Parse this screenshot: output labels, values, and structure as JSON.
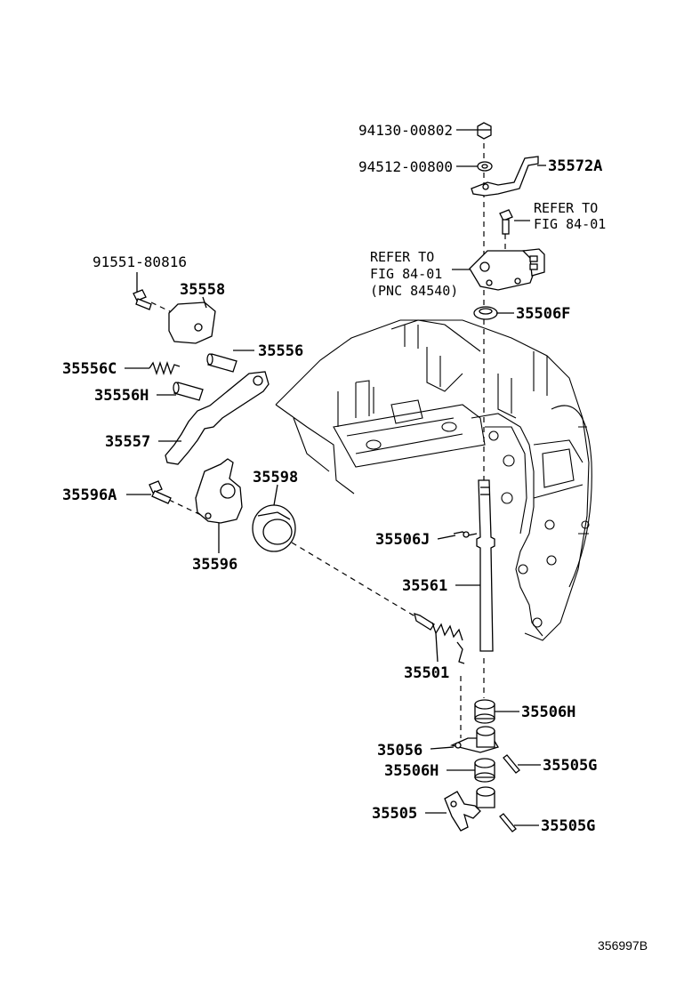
{
  "labels": {
    "p94130": "94130-00802",
    "p94512": "94512-00800",
    "p35572A": "35572A",
    "refer_right_1": "REFER TO",
    "refer_right_2": "FIG 84-01",
    "refer_left_1": "REFER TO",
    "refer_left_2": "FIG 84-01",
    "refer_left_3": "(PNC 84540)",
    "p91551": "91551-80816",
    "p35558": "35558",
    "p35556": "35556",
    "p35556C": "35556C",
    "p35556H": "35556H",
    "p35557": "35557",
    "p35506F": "35506F",
    "p35598": "35598",
    "p35596A": "35596A",
    "p35596": "35596",
    "p35506J": "35506J",
    "p35561": "35561",
    "p35501": "35501",
    "p35506H_a": "35506H",
    "p35056": "35056",
    "p35506H_b": "35506H",
    "p35505G_a": "35505G",
    "p35505": "35505",
    "p35505G_b": "35505G",
    "figure_id": "356997B"
  }
}
